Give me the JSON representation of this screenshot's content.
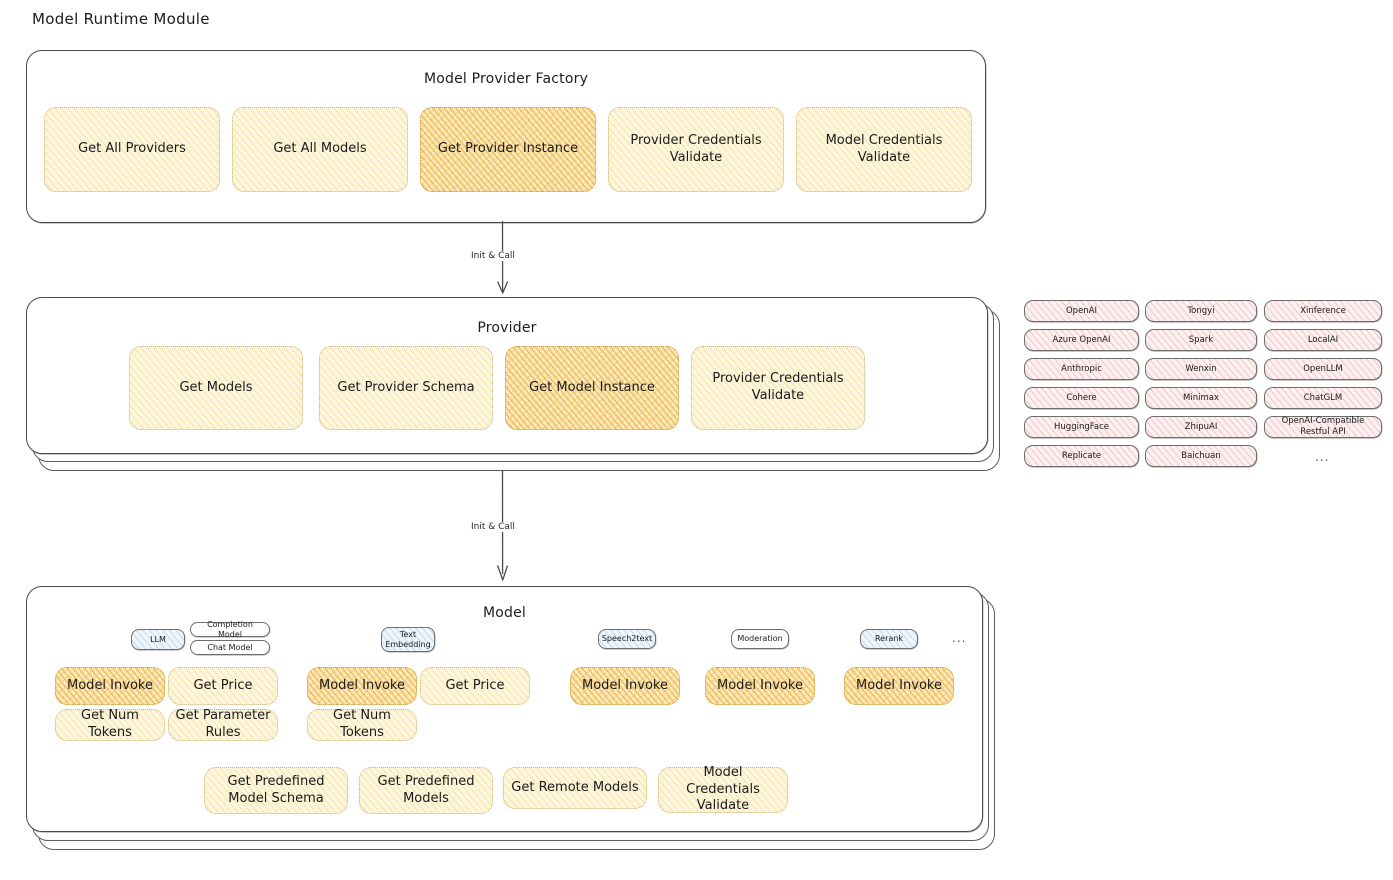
{
  "page": {
    "title": "Model Runtime Module"
  },
  "layers": {
    "factory": {
      "title": "Model Provider Factory",
      "items": [
        {
          "label": "Get All Providers",
          "highlight": false
        },
        {
          "label": "Get All Models",
          "highlight": false
        },
        {
          "label": "Get Provider Instance",
          "highlight": true
        },
        {
          "label": "Provider Credentials Validate",
          "highlight": false
        },
        {
          "label": "Model Credentials Validate",
          "highlight": false
        }
      ]
    },
    "provider": {
      "title": "Provider",
      "items": [
        {
          "label": "Get Models",
          "highlight": false
        },
        {
          "label": "Get Provider Schema",
          "highlight": false
        },
        {
          "label": "Get Model Instance",
          "highlight": true
        },
        {
          "label": "Provider Credentials Validate",
          "highlight": false
        }
      ]
    },
    "model": {
      "title": "Model",
      "model_types": [
        {
          "name": "LLM",
          "style": "blue"
        },
        {
          "name": "Completion Model",
          "style": "plain"
        },
        {
          "name": "Chat Model",
          "style": "plain"
        },
        {
          "name": "Text Embedding",
          "style": "blue"
        },
        {
          "name": "Speech2text",
          "style": "blue"
        },
        {
          "name": "Moderation",
          "style": "plain"
        },
        {
          "name": "Rerank",
          "style": "blue"
        }
      ],
      "more_symbol": "...",
      "llm_methods": [
        {
          "label": "Model Invoke",
          "highlight": true
        },
        {
          "label": "Get Price",
          "highlight": false
        },
        {
          "label": "Get Num Tokens",
          "highlight": false
        },
        {
          "label": "Get Parameter Rules",
          "highlight": false
        }
      ],
      "text_embedding_methods": [
        {
          "label": "Model Invoke",
          "highlight": true
        },
        {
          "label": "Get Price",
          "highlight": false
        },
        {
          "label": "Get Num Tokens",
          "highlight": false
        }
      ],
      "speech2text_methods": [
        {
          "label": "Model Invoke",
          "highlight": true
        }
      ],
      "moderation_methods": [
        {
          "label": "Model Invoke",
          "highlight": true
        }
      ],
      "rerank_methods": [
        {
          "label": "Model Invoke",
          "highlight": true
        }
      ],
      "common_methods": [
        {
          "label": "Get Predefined Model Schema",
          "highlight": false
        },
        {
          "label": "Get Predefined Models",
          "highlight": false
        },
        {
          "label": "Get Remote Models",
          "highlight": false
        },
        {
          "label": "Model Credentials Validate",
          "highlight": false
        }
      ]
    }
  },
  "arrows": [
    {
      "label": "Init & Call"
    },
    {
      "label": "Init & Call"
    }
  ],
  "provider_list": {
    "columns": [
      [
        "OpenAI",
        "Azure OpenAI",
        "Anthropic",
        "Cohere",
        "HuggingFace",
        "Replicate"
      ],
      [
        "Tongyi",
        "Spark",
        "Wenxin",
        "Minimax",
        "ZhipuAI",
        "Baichuan"
      ],
      [
        "Xinference",
        "LocalAI",
        "OpenLLM",
        "ChatGLM",
        "OpenAI-Compatible Restful API"
      ]
    ],
    "more_symbol": "..."
  },
  "colors": {
    "highlight_fill": "#fbe8bb",
    "normal_fill": "#fdf6df",
    "provider_fill": "#fdf0f1",
    "model_type_fill": "#eef6fc",
    "stroke": "#3a3a3a",
    "background": "#ffffff"
  }
}
